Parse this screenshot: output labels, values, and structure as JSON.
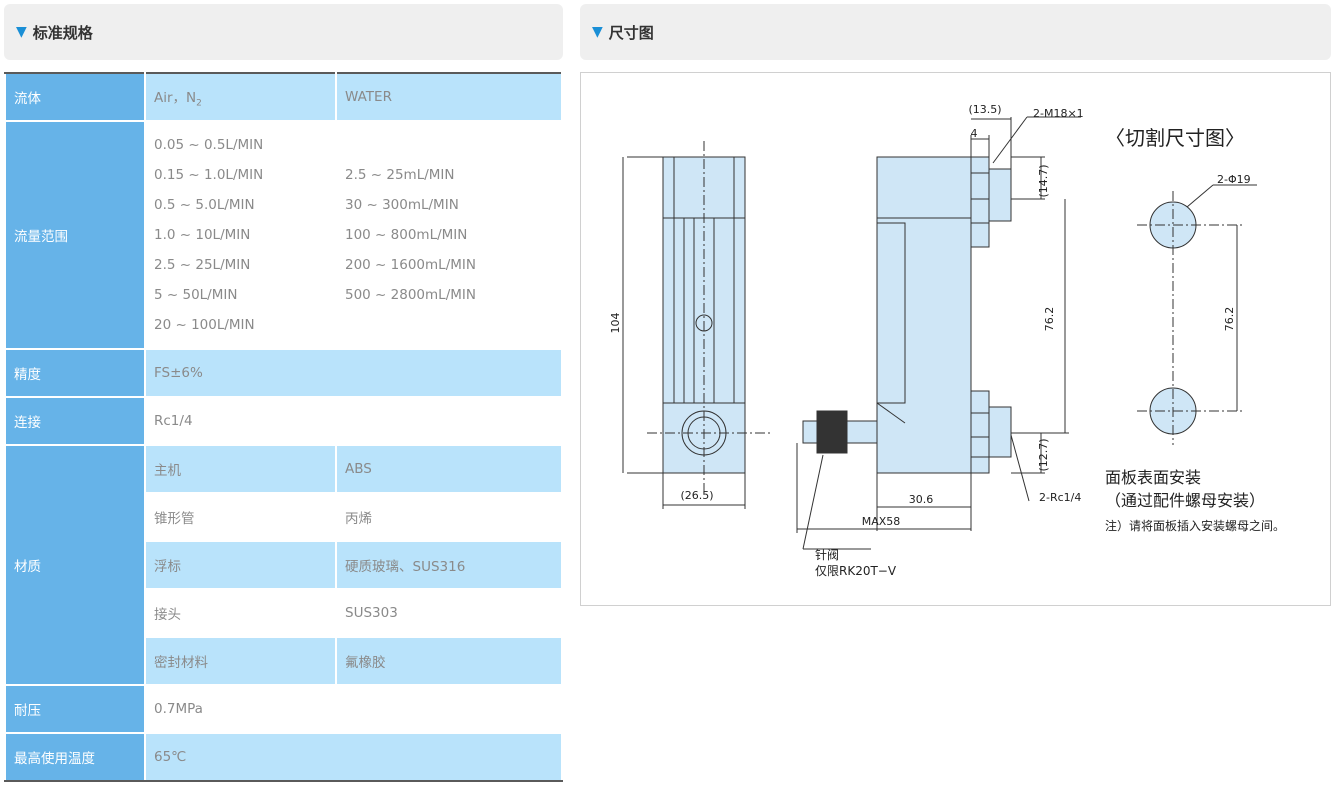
{
  "spec_panel": {
    "title": "标准规格"
  },
  "dim_panel": {
    "title": "尺寸图"
  },
  "spec": {
    "fluid": {
      "label": "流体",
      "air": "Air，N",
      "air_sub": "2",
      "water": "WATER"
    },
    "flow": {
      "label": "流量范围",
      "air": [
        "0.05 ~ 0.5L/MIN",
        "0.15 ~ 1.0L/MIN",
        "0.5 ~ 5.0L/MIN",
        "1.0 ~ 10L/MIN",
        "2.5 ~ 25L/MIN",
        "5 ~ 50L/MIN",
        "20 ~ 100L/MIN"
      ],
      "water": [
        "2.5 ~ 25mL/MIN",
        "30 ~ 300mL/MIN",
        "100 ~ 800mL/MIN",
        "200 ~ 1600mL/MIN",
        "500 ~ 2800mL/MIN"
      ]
    },
    "accuracy": {
      "label": "精度",
      "value": "FS±6%"
    },
    "connection": {
      "label": "连接",
      "value": "Rc1/4"
    },
    "material": {
      "label": "材质",
      "rows": [
        {
          "part": "主机",
          "mat": "ABS"
        },
        {
          "part": "锥形管",
          "mat": "丙烯"
        },
        {
          "part": "浮标",
          "mat": "硬质玻璃、SUS316"
        },
        {
          "part": "接头",
          "mat": "SUS303"
        },
        {
          "part": "密封材料",
          "mat": "氟橡胶"
        }
      ]
    },
    "pressure": {
      "label": "耐压",
      "value": "0.7MPa"
    },
    "temperature": {
      "label": "最高使用温度",
      "value": "65℃"
    }
  },
  "drawing": {
    "dim_104": "104",
    "dim_26_5": "(26.5)",
    "dim_13_5": "(13.5)",
    "dim_4": "4",
    "dim_m18": "2-M18×1",
    "dim_14_7": "(14.7)",
    "dim_76_2_body": "76.2",
    "dim_12_7": "(12.7)",
    "dim_rc": "2-Rc1/4",
    "dim_30_6": "30.6",
    "dim_max58": "MAX58",
    "valve_1": "针阀",
    "valve_2": "仅限RK20T−V",
    "cut_title": "〈切割尺寸图〉",
    "cut_dia": "2-Φ19",
    "cut_76_2": "76.2",
    "mount_1": "面板表面安装",
    "mount_2": "（通过配件螺母安装）",
    "note": "注）请将面板插入安装螺母之间。"
  }
}
